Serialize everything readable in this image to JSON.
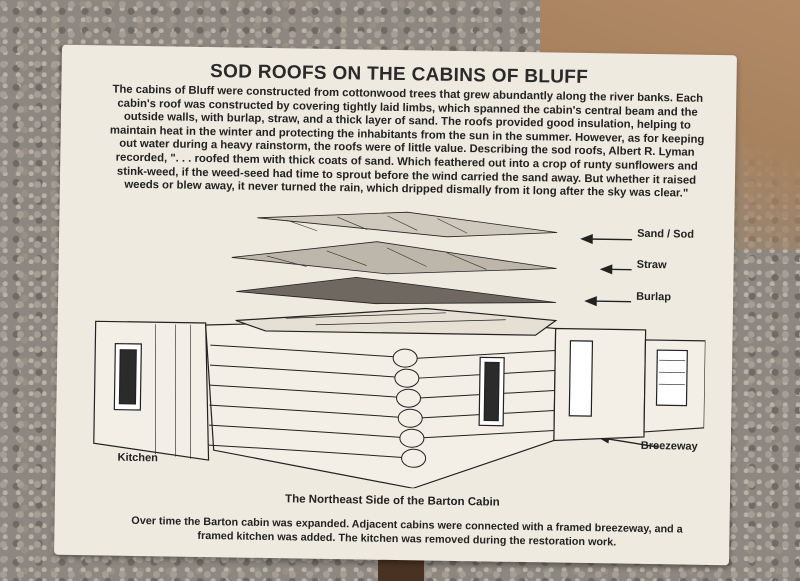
{
  "sign": {
    "title": "SOD ROOFS ON THE CABINS OF BLUFF",
    "body": "The cabins of Bluff were constructed from cottonwood trees that grew abundantly along the river banks. Each cabin's roof was constructed by covering tightly laid limbs, which spanned the cabin's central beam and the outside walls, with burlap, straw, and a thick layer of sand. The roofs provided good insulation, helping to maintain heat in the winter and protecting the inhabitants from the sun in the summer. However, as for keeping out water during a heavy rainstorm, the roofs were of little value. Describing the sod roofs, Albert R. Lyman recorded, \". . . roofed them with thick coats of sand. Which feathered out into a crop of runty sunflowers and stink-weed, if the weed-seed had time to sprout before the wind carried the sand away. But whether it raised weeds or blew away, it never turned the rain, which dripped dismally from it long after the sky was clear.\"",
    "labels": {
      "sand_sod": "Sand / Sod",
      "straw": "Straw",
      "burlap": "Burlap",
      "breezeway": "Breezeway",
      "kitchen": "Kitchen"
    },
    "caption_title": "The Northeast Side of the Barton Cabin",
    "caption_body": "Over time the Barton cabin was expanded. Adjacent cabins were connected with a framed breezeway, and a framed kitchen was added. The kitchen was removed during the restoration work."
  }
}
